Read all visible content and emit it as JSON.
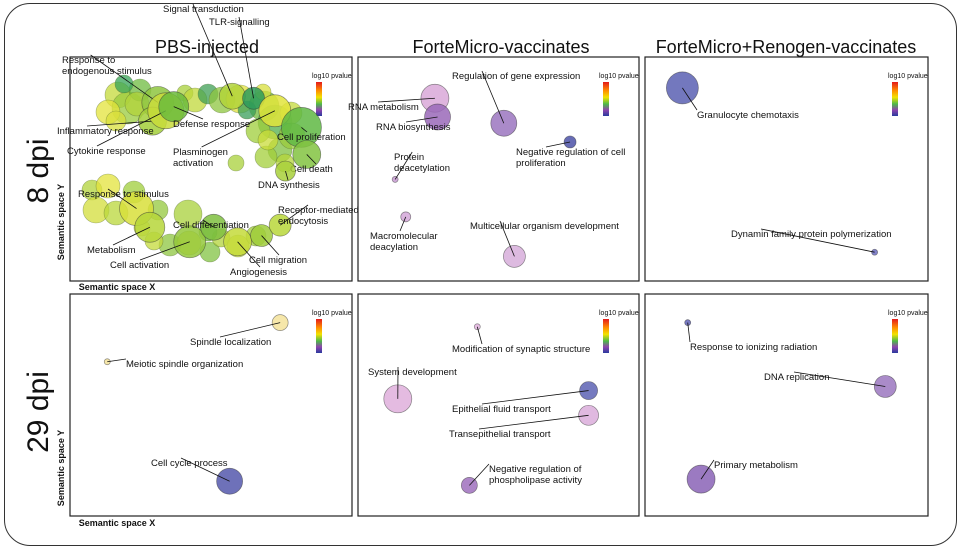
{
  "column_titles": [
    "PBS-injected",
    "ForteMicro-vaccinates",
    "ForteMicro+Renogen-vaccinates"
  ],
  "row_titles": [
    "8 dpi",
    "29 dpi"
  ],
  "axis_x_label": "Semantic space X",
  "axis_y_label": "Semantic space Y",
  "legend_title": "log10 pvalue",
  "chart_data": [
    {
      "type": "scatter",
      "panel": "8 dpi / PBS-injected",
      "xlabel": "Semantic space X",
      "ylabel": "Semantic space Y",
      "points": [
        {
          "label": "Response to endogenous stimulus",
          "x": 0.3,
          "y": 0.82,
          "size": 16,
          "color": "#8ec63f"
        },
        {
          "label": "Inflammatory response",
          "x": 0.28,
          "y": 0.73,
          "size": 14,
          "color": "#a3cf3a"
        },
        {
          "label": "Cytokine response",
          "x": 0.33,
          "y": 0.78,
          "size": 18,
          "color": "#c9dc3a"
        },
        {
          "label": "Defense response",
          "x": 0.36,
          "y": 0.8,
          "size": 15,
          "color": "#6cbb3c"
        },
        {
          "label": "Signal transduction",
          "x": 0.58,
          "y": 0.85,
          "size": 13,
          "color": "#b2d33a"
        },
        {
          "label": "TLR-signalling",
          "x": 0.66,
          "y": 0.84,
          "size": 11,
          "color": "#2e9b5a"
        },
        {
          "label": "Plasminogen activation",
          "x": 0.74,
          "y": 0.78,
          "size": 16,
          "color": "#e2e43b"
        },
        {
          "label": "Cell proliferation",
          "x": 0.84,
          "y": 0.7,
          "size": 20,
          "color": "#5fb843"
        },
        {
          "label": "Cell death",
          "x": 0.86,
          "y": 0.57,
          "size": 14,
          "color": "#82c341"
        },
        {
          "label": "DNA synthesis",
          "x": 0.78,
          "y": 0.49,
          "size": 10,
          "color": "#a8d03a"
        },
        {
          "label": "Response to stimulus",
          "x": 0.22,
          "y": 0.31,
          "size": 17,
          "color": "#d8df3b"
        },
        {
          "label": "Metabolism",
          "x": 0.27,
          "y": 0.22,
          "size": 15,
          "color": "#b6d63a"
        },
        {
          "label": "Cell activation",
          "x": 0.42,
          "y": 0.15,
          "size": 16,
          "color": "#94c83c"
        },
        {
          "label": "Cell differentiation",
          "x": 0.51,
          "y": 0.22,
          "size": 13,
          "color": "#7fc03f"
        },
        {
          "label": "Angiogenesis",
          "x": 0.6,
          "y": 0.15,
          "size": 14,
          "color": "#c4da3a"
        },
        {
          "label": "Cell migration",
          "x": 0.69,
          "y": 0.18,
          "size": 11,
          "color": "#9fcd3a"
        },
        {
          "label": "Receptor-mediated endocytosis",
          "x": 0.76,
          "y": 0.23,
          "size": 11,
          "color": "#b9d73a"
        }
      ]
    },
    {
      "type": "scatter",
      "panel": "8 dpi / ForteMicro-vaccinates",
      "points": [
        {
          "label": "RNA metabolism",
          "x": 0.26,
          "y": 0.84,
          "size": 14,
          "color": "#d9a8d8"
        },
        {
          "label": "RNA biosynthesis",
          "x": 0.27,
          "y": 0.75,
          "size": 13,
          "color": "#9a68b8"
        },
        {
          "label": "Regulation of gene expression",
          "x": 0.52,
          "y": 0.72,
          "size": 13,
          "color": "#9b75bf"
        },
        {
          "label": "Negative regulation of cell proliferation",
          "x": 0.77,
          "y": 0.63,
          "size": 6,
          "color": "#4c52a8"
        },
        {
          "label": "Protein deacetylation",
          "x": 0.11,
          "y": 0.45,
          "size": 3,
          "color": "#c59ad0"
        },
        {
          "label": "Macromolecular deacylation",
          "x": 0.15,
          "y": 0.27,
          "size": 5,
          "color": "#d3a7d8"
        },
        {
          "label": "Multicellular organism development",
          "x": 0.56,
          "y": 0.08,
          "size": 11,
          "color": "#d7aedb"
        }
      ]
    },
    {
      "type": "scatter",
      "panel": "8 dpi / ForteMicro+Renogen-vaccinates",
      "points": [
        {
          "label": "Granulocyte chemotaxis",
          "x": 0.11,
          "y": 0.89,
          "size": 16,
          "color": "#5a60b3"
        },
        {
          "label": "Dynamin family protein polymerization",
          "x": 0.83,
          "y": 0.1,
          "size": 3,
          "color": "#6c6cbf"
        }
      ]
    },
    {
      "type": "scatter",
      "panel": "29 dpi / PBS-injected",
      "xlabel": "Semantic space X",
      "ylabel": "Semantic space Y",
      "points": [
        {
          "label": "Spindle localization",
          "x": 0.76,
          "y": 0.9,
          "size": 8,
          "color": "#f5e39b"
        },
        {
          "label": "Meiotic spindle organization",
          "x": 0.11,
          "y": 0.71,
          "size": 3,
          "color": "#f5e39b"
        },
        {
          "label": "Cell cycle process",
          "x": 0.57,
          "y": 0.13,
          "size": 13,
          "color": "#5558ad"
        }
      ]
    },
    {
      "type": "scatter",
      "panel": "29 dpi / ForteMicro-vaccinates",
      "points": [
        {
          "label": "Modification of synaptic structure",
          "x": 0.42,
          "y": 0.88,
          "size": 3,
          "color": "#e3b4df"
        },
        {
          "label": "System development",
          "x": 0.12,
          "y": 0.53,
          "size": 14,
          "color": "#dfafdc"
        },
        {
          "label": "Epithelial fluid transport",
          "x": 0.84,
          "y": 0.57,
          "size": 9,
          "color": "#5d63b4"
        },
        {
          "label": "Transepithelial transport",
          "x": 0.84,
          "y": 0.45,
          "size": 10,
          "color": "#dbaddb"
        },
        {
          "label": "Negative regulation of phospholipase activity",
          "x": 0.39,
          "y": 0.11,
          "size": 8,
          "color": "#9f70bd"
        }
      ]
    },
    {
      "type": "scatter",
      "panel": "29 dpi / ForteMicro+Renogen-vaccinates",
      "points": [
        {
          "label": "Response to ionizing radiation",
          "x": 0.13,
          "y": 0.9,
          "size": 3,
          "color": "#6063b7"
        },
        {
          "label": "DNA replication",
          "x": 0.87,
          "y": 0.59,
          "size": 11,
          "color": "#9b77c0"
        },
        {
          "label": "Primary metabolism",
          "x": 0.18,
          "y": 0.14,
          "size": 14,
          "color": "#8a63b6"
        }
      ]
    }
  ]
}
